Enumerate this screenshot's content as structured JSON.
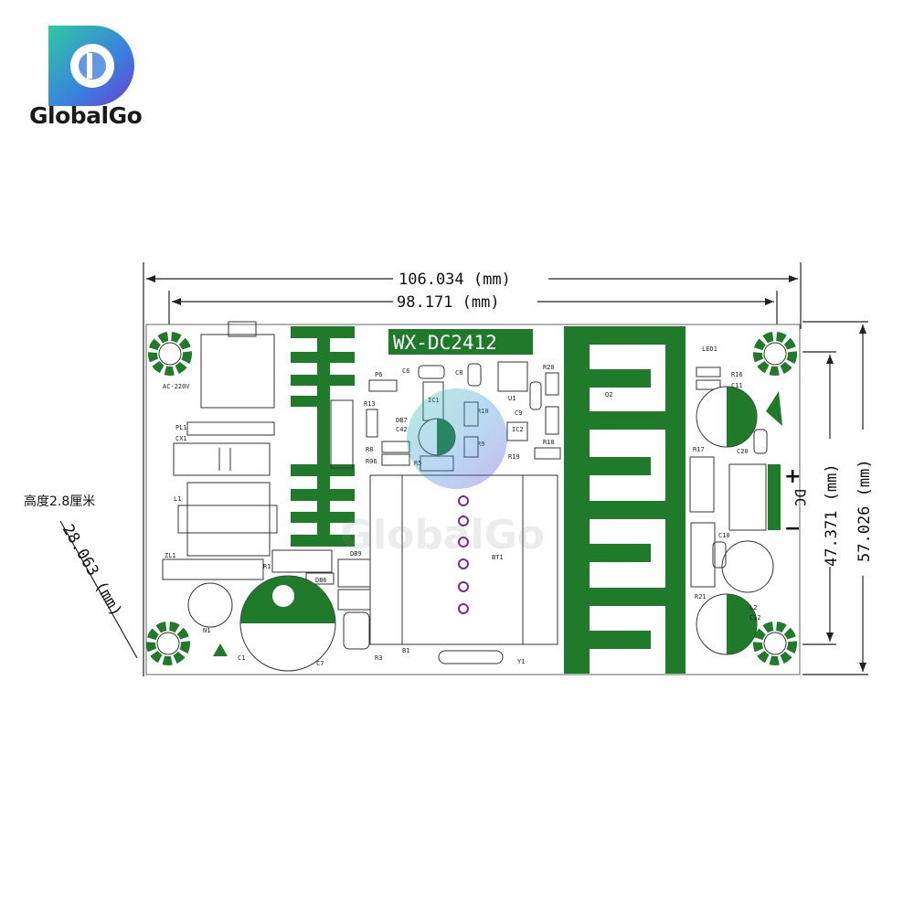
{
  "brand": {
    "name": "GlobalGo",
    "watermark": "GlobalGo"
  },
  "dimensions": {
    "outer_width": "106.034 (mm)",
    "inner_width": "98.171 (mm)",
    "inner_height": "47.371 (mm)",
    "outer_height": "57.026 (mm)",
    "diagonal": "28.063 (mm)",
    "thickness_note": "高度2.8厘米"
  },
  "board": {
    "model": "WX-DC2412",
    "dc_label": "DC",
    "plus": "+",
    "minus": "−",
    "ac_label": "AC-220V",
    "component_labels": [
      "PL1",
      "CX1",
      "L1",
      "ZL1",
      "R1",
      "N1",
      "C1",
      "C7",
      "R3",
      "B1",
      "Y1",
      "DB9",
      "DB6",
      "P6",
      "R13",
      "C6",
      "C8",
      "IC1",
      "DB7",
      "C42",
      "R8",
      "R06",
      "R5",
      "R10",
      "R9",
      "U1",
      "C9",
      "IC2",
      "R20",
      "R18",
      "R19",
      "BT1",
      "Q2",
      "LED1",
      "R16",
      "C11",
      "R17",
      "C20",
      "C10",
      "R21",
      "L2",
      "C12"
    ]
  },
  "colors": {
    "trace": "#1f7a2a",
    "outline": "#333333",
    "logo_teal": "#2bb5a0",
    "logo_blue": "#3a5fd9"
  }
}
